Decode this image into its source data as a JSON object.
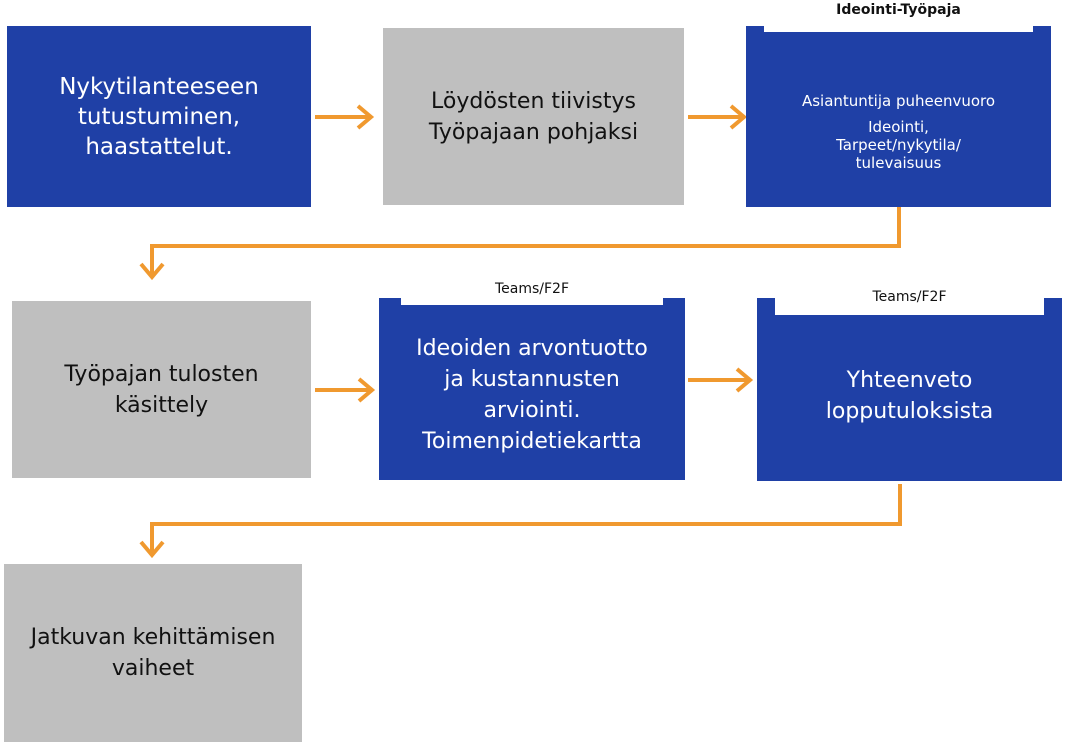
{
  "colors": {
    "blue": "#1f40a6",
    "gray": "#bfbfbf",
    "arrow": "#f0992f"
  },
  "boxes": {
    "b1": {
      "lines": [
        "Nykytilanteeseen",
        "tutustuminen,",
        "haastattelut."
      ]
    },
    "b2": {
      "lines": [
        "Löydösten tiivistys",
        "Työpajaan pohjaksi"
      ]
    },
    "b3": {
      "tab_label": "Ideointi-Työpaja",
      "line1": "Asiantuntija puheenvuoro",
      "lines": [
        "Ideointi,",
        "Tarpeet/nykytila/",
        "tulevaisuus"
      ]
    },
    "b4": {
      "lines": [
        "Työpajan tulosten",
        "käsittely"
      ]
    },
    "b5": {
      "tab_label": "Teams/F2F",
      "lines": [
        "Ideoiden arvontuotto",
        "ja kustannusten",
        "arviointi.",
        "Toimenpidetiekartta"
      ]
    },
    "b6": {
      "tab_label": "Teams/F2F",
      "lines": [
        "Yhteenveto",
        "lopputuloksista"
      ]
    },
    "b7": {
      "lines": [
        "Jatkuvan kehittämisen",
        "vaiheet"
      ]
    }
  }
}
